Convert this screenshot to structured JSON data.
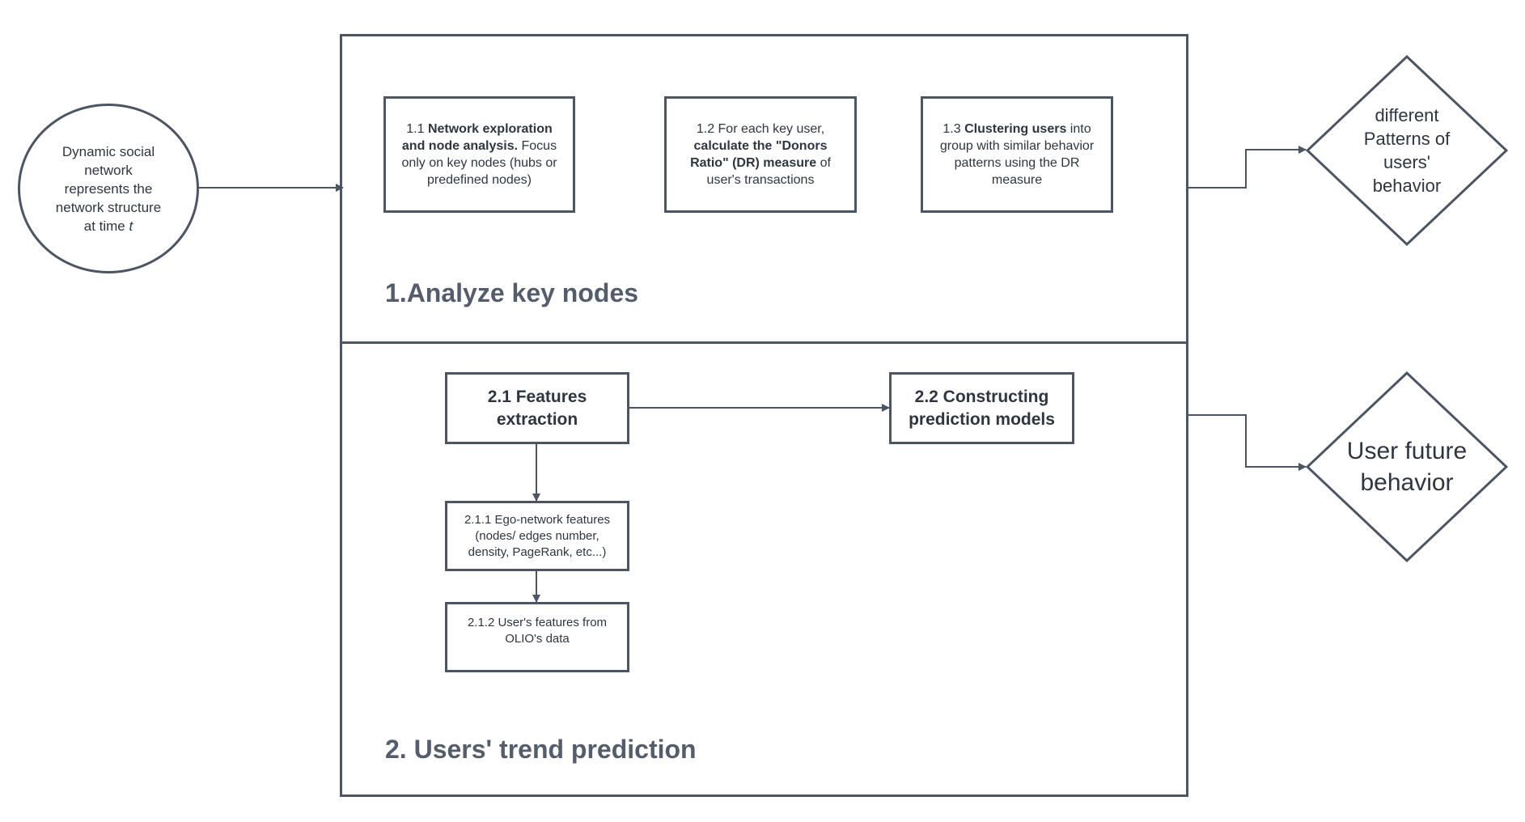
{
  "input_node": {
    "line1": "Dynamic social",
    "line2": "network",
    "line3": "represents the",
    "line4": "network structure",
    "line5_prefix": "at time ",
    "line5_var": "t"
  },
  "section1": {
    "title": "1.Analyze key nodes",
    "box_1_1": {
      "num": "1.1 ",
      "bold": "Network exploration and node analysis.",
      "rest": " Focus only on key nodes (hubs or predefined nodes)"
    },
    "box_1_2": {
      "pre": "1.2 For each key user, ",
      "bold": "calculate the \"Donors Ratio\" (DR) measure",
      "rest": " of user's transactions"
    },
    "box_1_3": {
      "num": "1.3 ",
      "bold": "Clustering users",
      "rest": " into group with similar behavior patterns using the DR measure"
    }
  },
  "section2": {
    "title": "2. Users' trend prediction",
    "box_2_1": "2.1 Features extraction",
    "box_2_2": "2.2 Constructing prediction models",
    "box_2_1_1": "2.1.1 Ego-network features (nodes/ edges number, density, PageRank, etc...)",
    "box_2_1_2": "2.1.2 User's features from OLIO's data"
  },
  "output1": "different Patterns of users' behavior",
  "output2": "User future behavior"
}
